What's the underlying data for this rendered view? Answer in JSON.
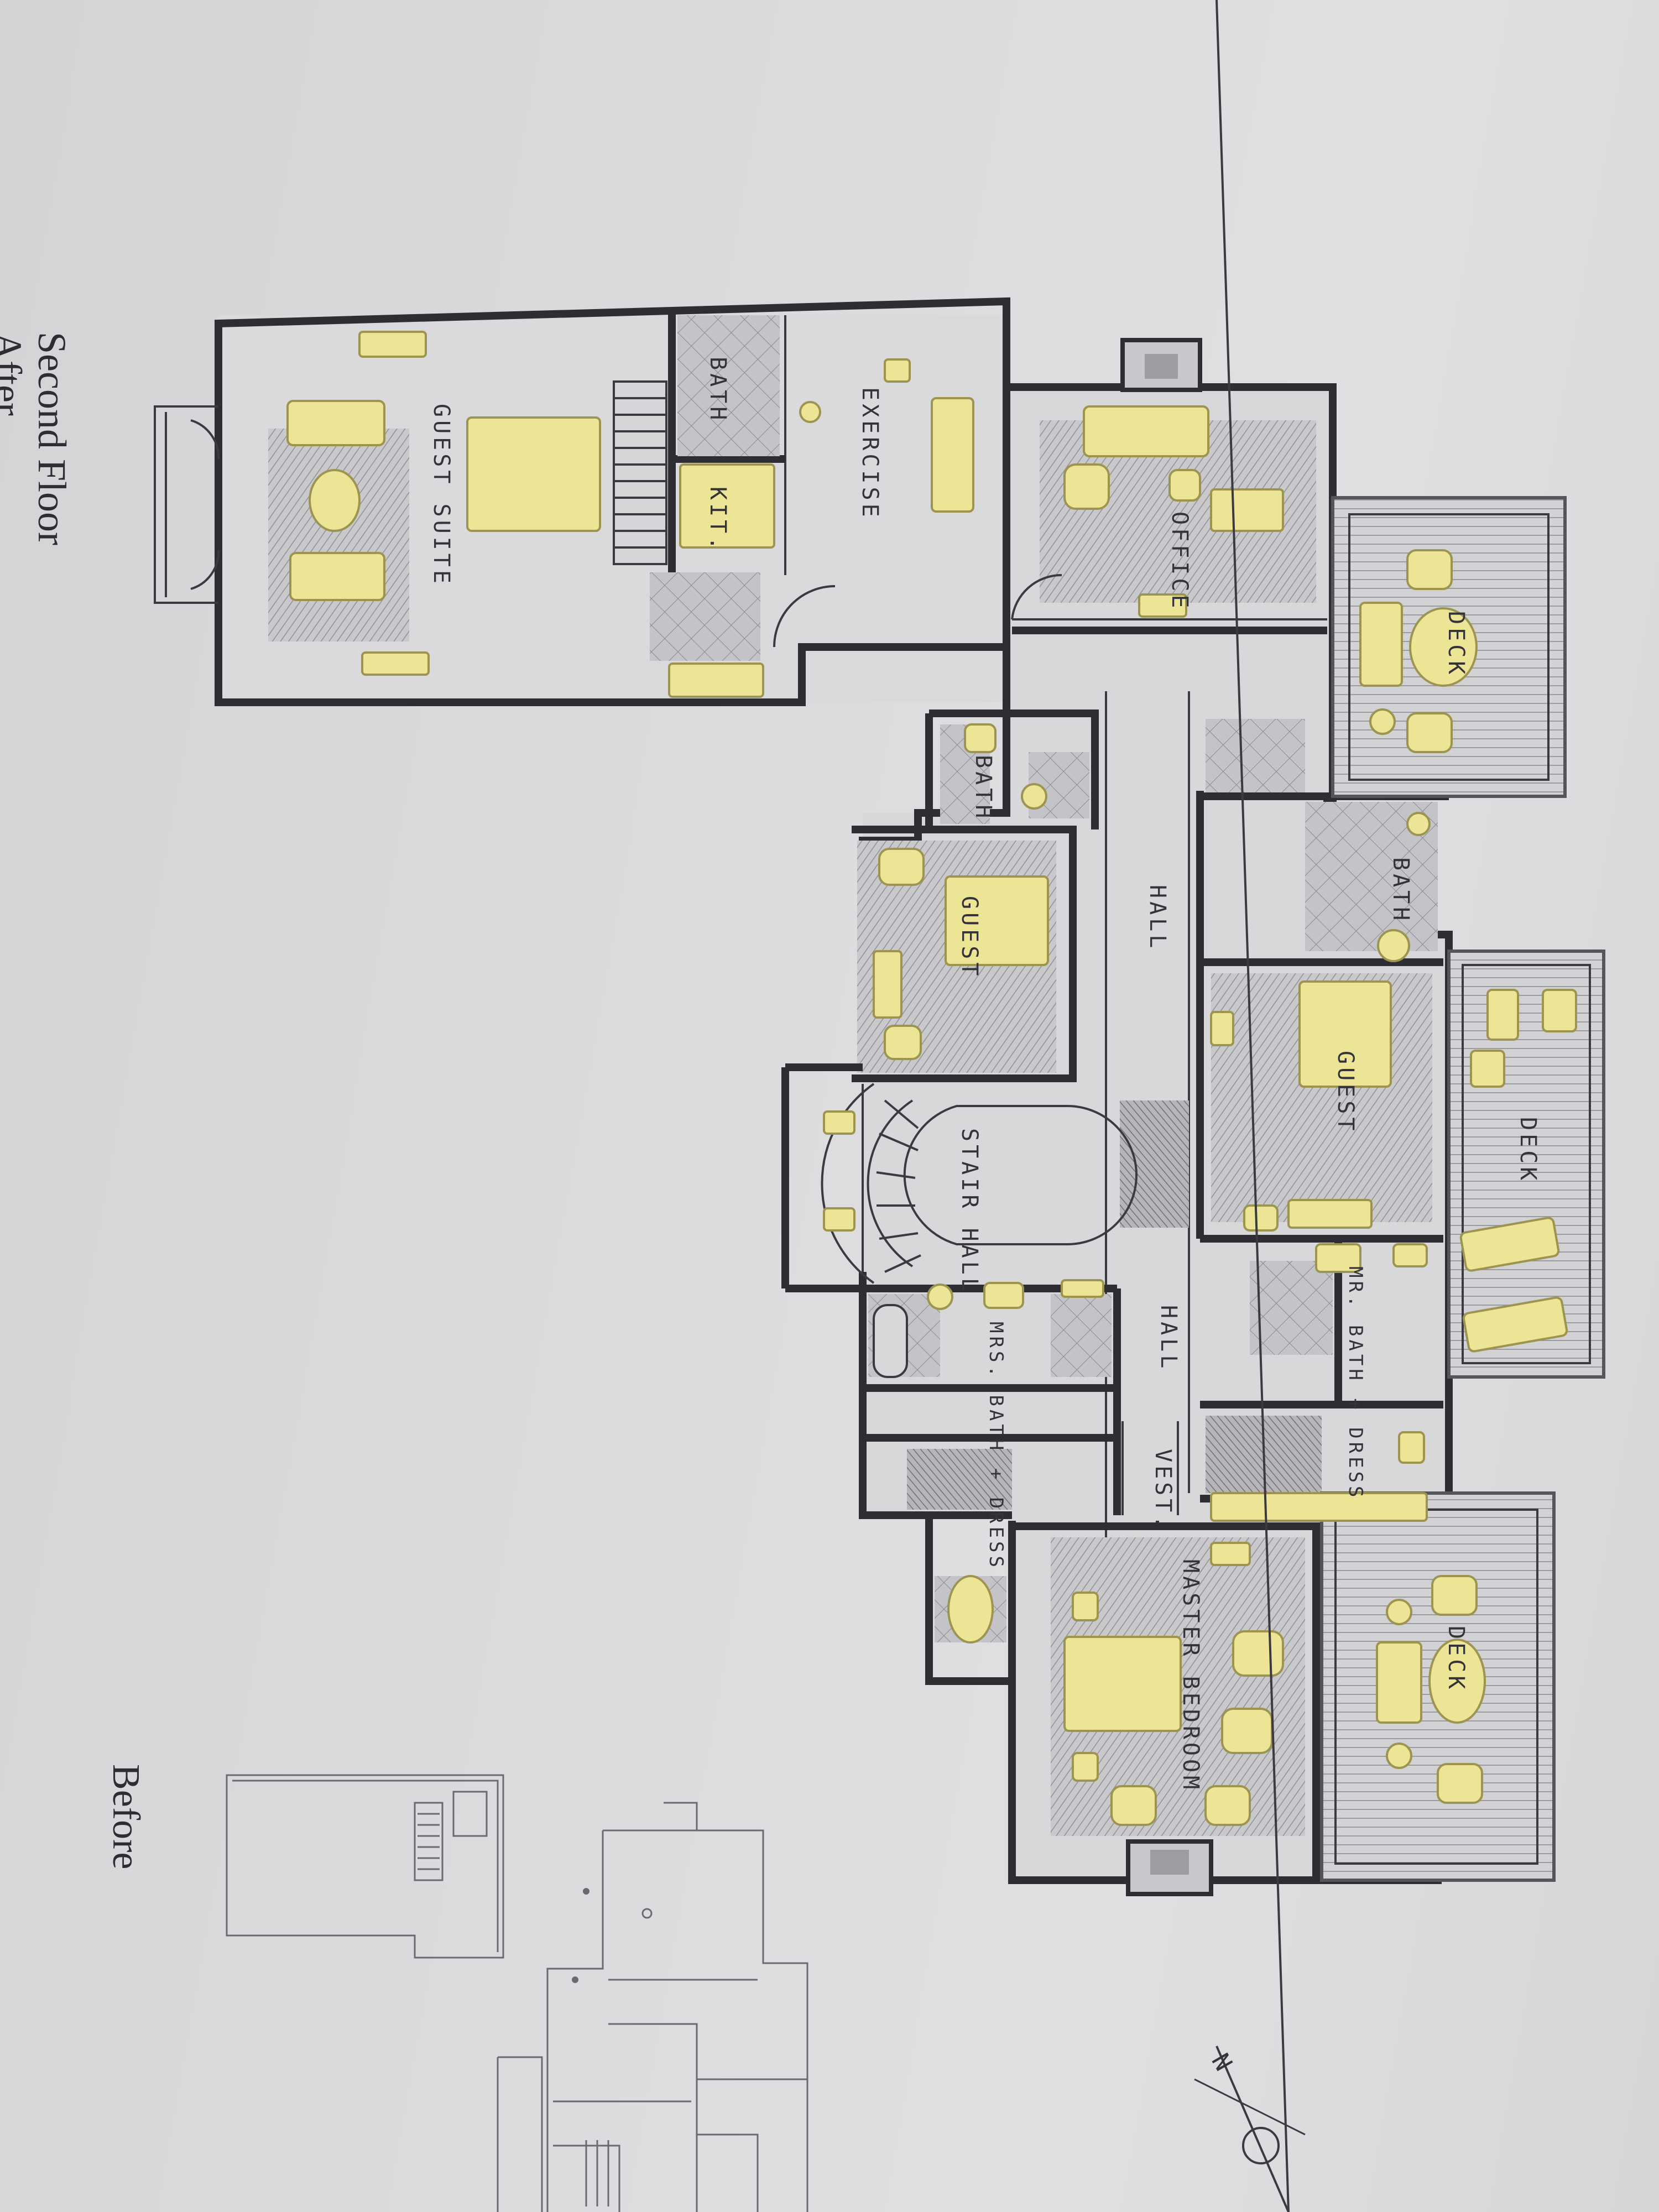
{
  "captions": {
    "title_line1": "Second Floor",
    "title_line2": "After",
    "before": "Before"
  },
  "rooms": {
    "guest_suite": "GUEST SUITE",
    "bath_top": "BATH",
    "kit": "KIT.",
    "exercise": "EXERCISE",
    "office": "OFFICE",
    "deck_office": "DECK",
    "bath_guest_left": "BATH",
    "guest_left": "GUEST",
    "hall_upper": "HALL",
    "bath_guest_right": "BATH",
    "guest_right": "GUEST",
    "deck_guest": "DECK",
    "stair_hall": "STAIR HALL",
    "mrs_bath": "MRS. BATH + DRESS",
    "hall_lower": "HALL",
    "vest": "VEST.",
    "mr_bath": "MR. BATH + DRESS",
    "master_bedroom": "MASTER BEDROOM",
    "deck_master": "DECK"
  },
  "compass": {
    "label": "N"
  },
  "colors": {
    "furniture": "#ede596",
    "walls": "#2d2d33",
    "paper": "#dcdcde"
  }
}
